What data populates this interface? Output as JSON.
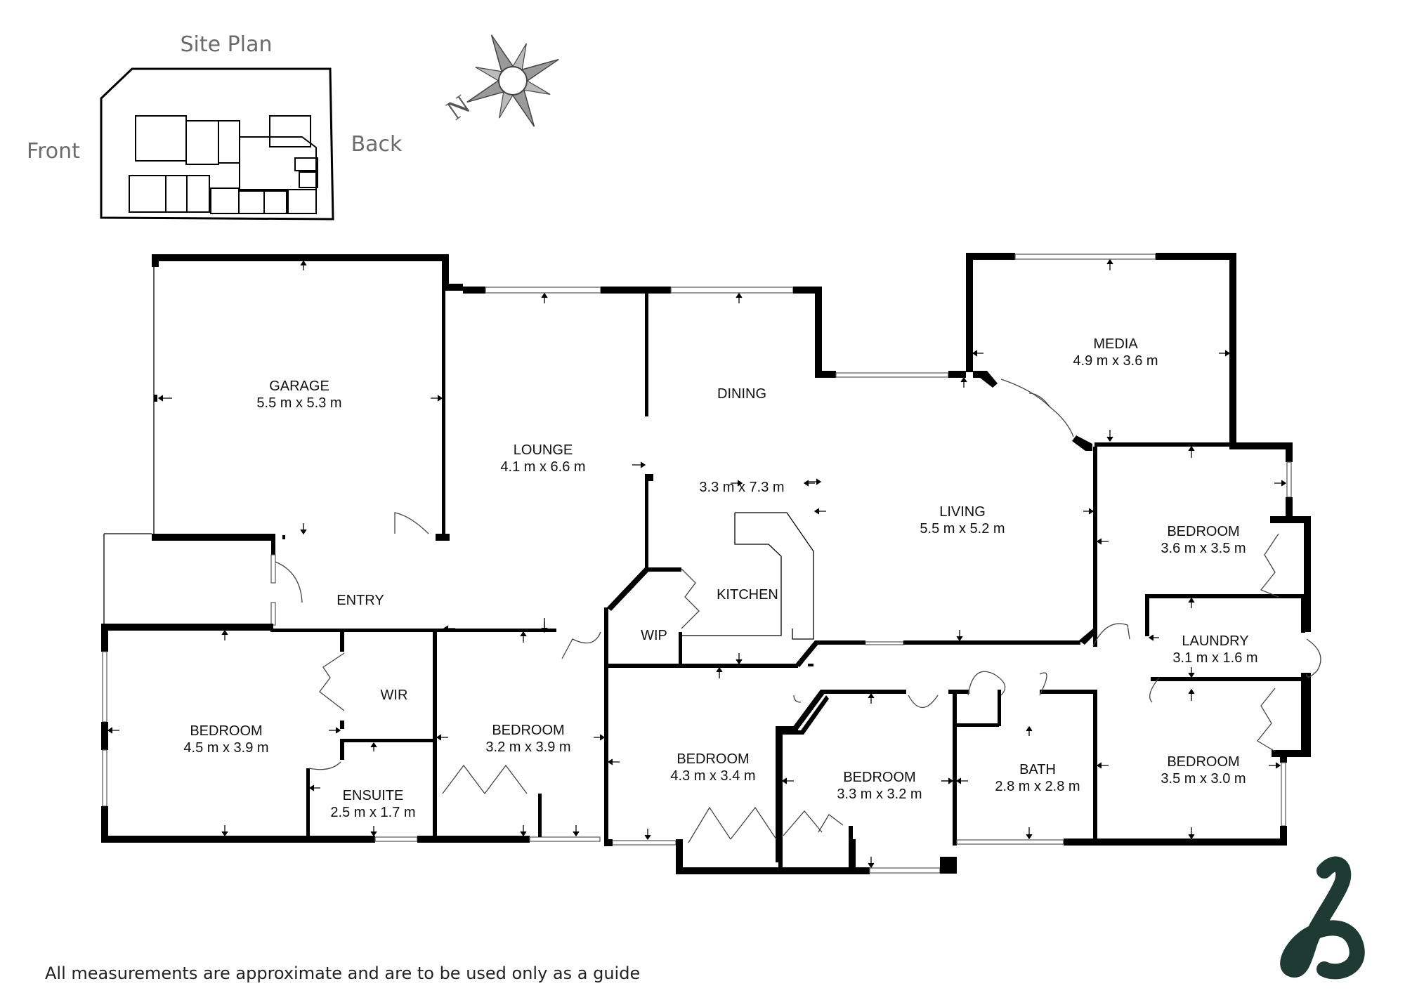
{
  "site_plan": {
    "title": "Site Plan",
    "front_label": "Front",
    "back_label": "Back"
  },
  "compass": {
    "icon": "compass-rose-icon",
    "north_letter": "N"
  },
  "rooms": {
    "garage": {
      "name": "GARAGE",
      "dims": "5.5 m x 5.3 m"
    },
    "lounge": {
      "name": "LOUNGE",
      "dims": "4.1 m x 6.6 m"
    },
    "dining": {
      "name": "DINING",
      "dims": "3.3 m x 7.3 m"
    },
    "media": {
      "name": "MEDIA",
      "dims": "4.9 m x 3.6 m"
    },
    "living": {
      "name": "LIVING",
      "dims": "5.5 m x 5.2 m"
    },
    "kitchen": {
      "name": "KITCHEN"
    },
    "wip": {
      "name": "WIP"
    },
    "entry": {
      "name": "ENTRY"
    },
    "bed1": {
      "name": "BEDROOM",
      "dims": "4.5 m x 3.9 m"
    },
    "wir": {
      "name": "WIR"
    },
    "ensuite": {
      "name": "ENSUITE",
      "dims": "2.5 m x 1.7 m"
    },
    "bed2": {
      "name": "BEDROOM",
      "dims": "3.2 m x 3.9 m"
    },
    "bed3": {
      "name": "BEDROOM",
      "dims": "4.3 m x 3.4 m"
    },
    "bed4": {
      "name": "BEDROOM",
      "dims": "3.3 m x 3.2 m"
    },
    "bath": {
      "name": "BATH",
      "dims": "2.8 m x 2.8 m"
    },
    "bed5": {
      "name": "BEDROOM",
      "dims": "3.6 m x 3.5 m"
    },
    "laundry": {
      "name": "LAUNDRY",
      "dims": "3.1 m x 1.6 m"
    },
    "bed6": {
      "name": "BEDROOM",
      "dims": "3.5 m x 3.0 m"
    }
  },
  "footer": {
    "disclaimer": "All measurements are approximate and are to be used only as a guide"
  },
  "brand": {
    "logo_icon": "script-b-logo-icon",
    "color": "#1f3a32"
  }
}
